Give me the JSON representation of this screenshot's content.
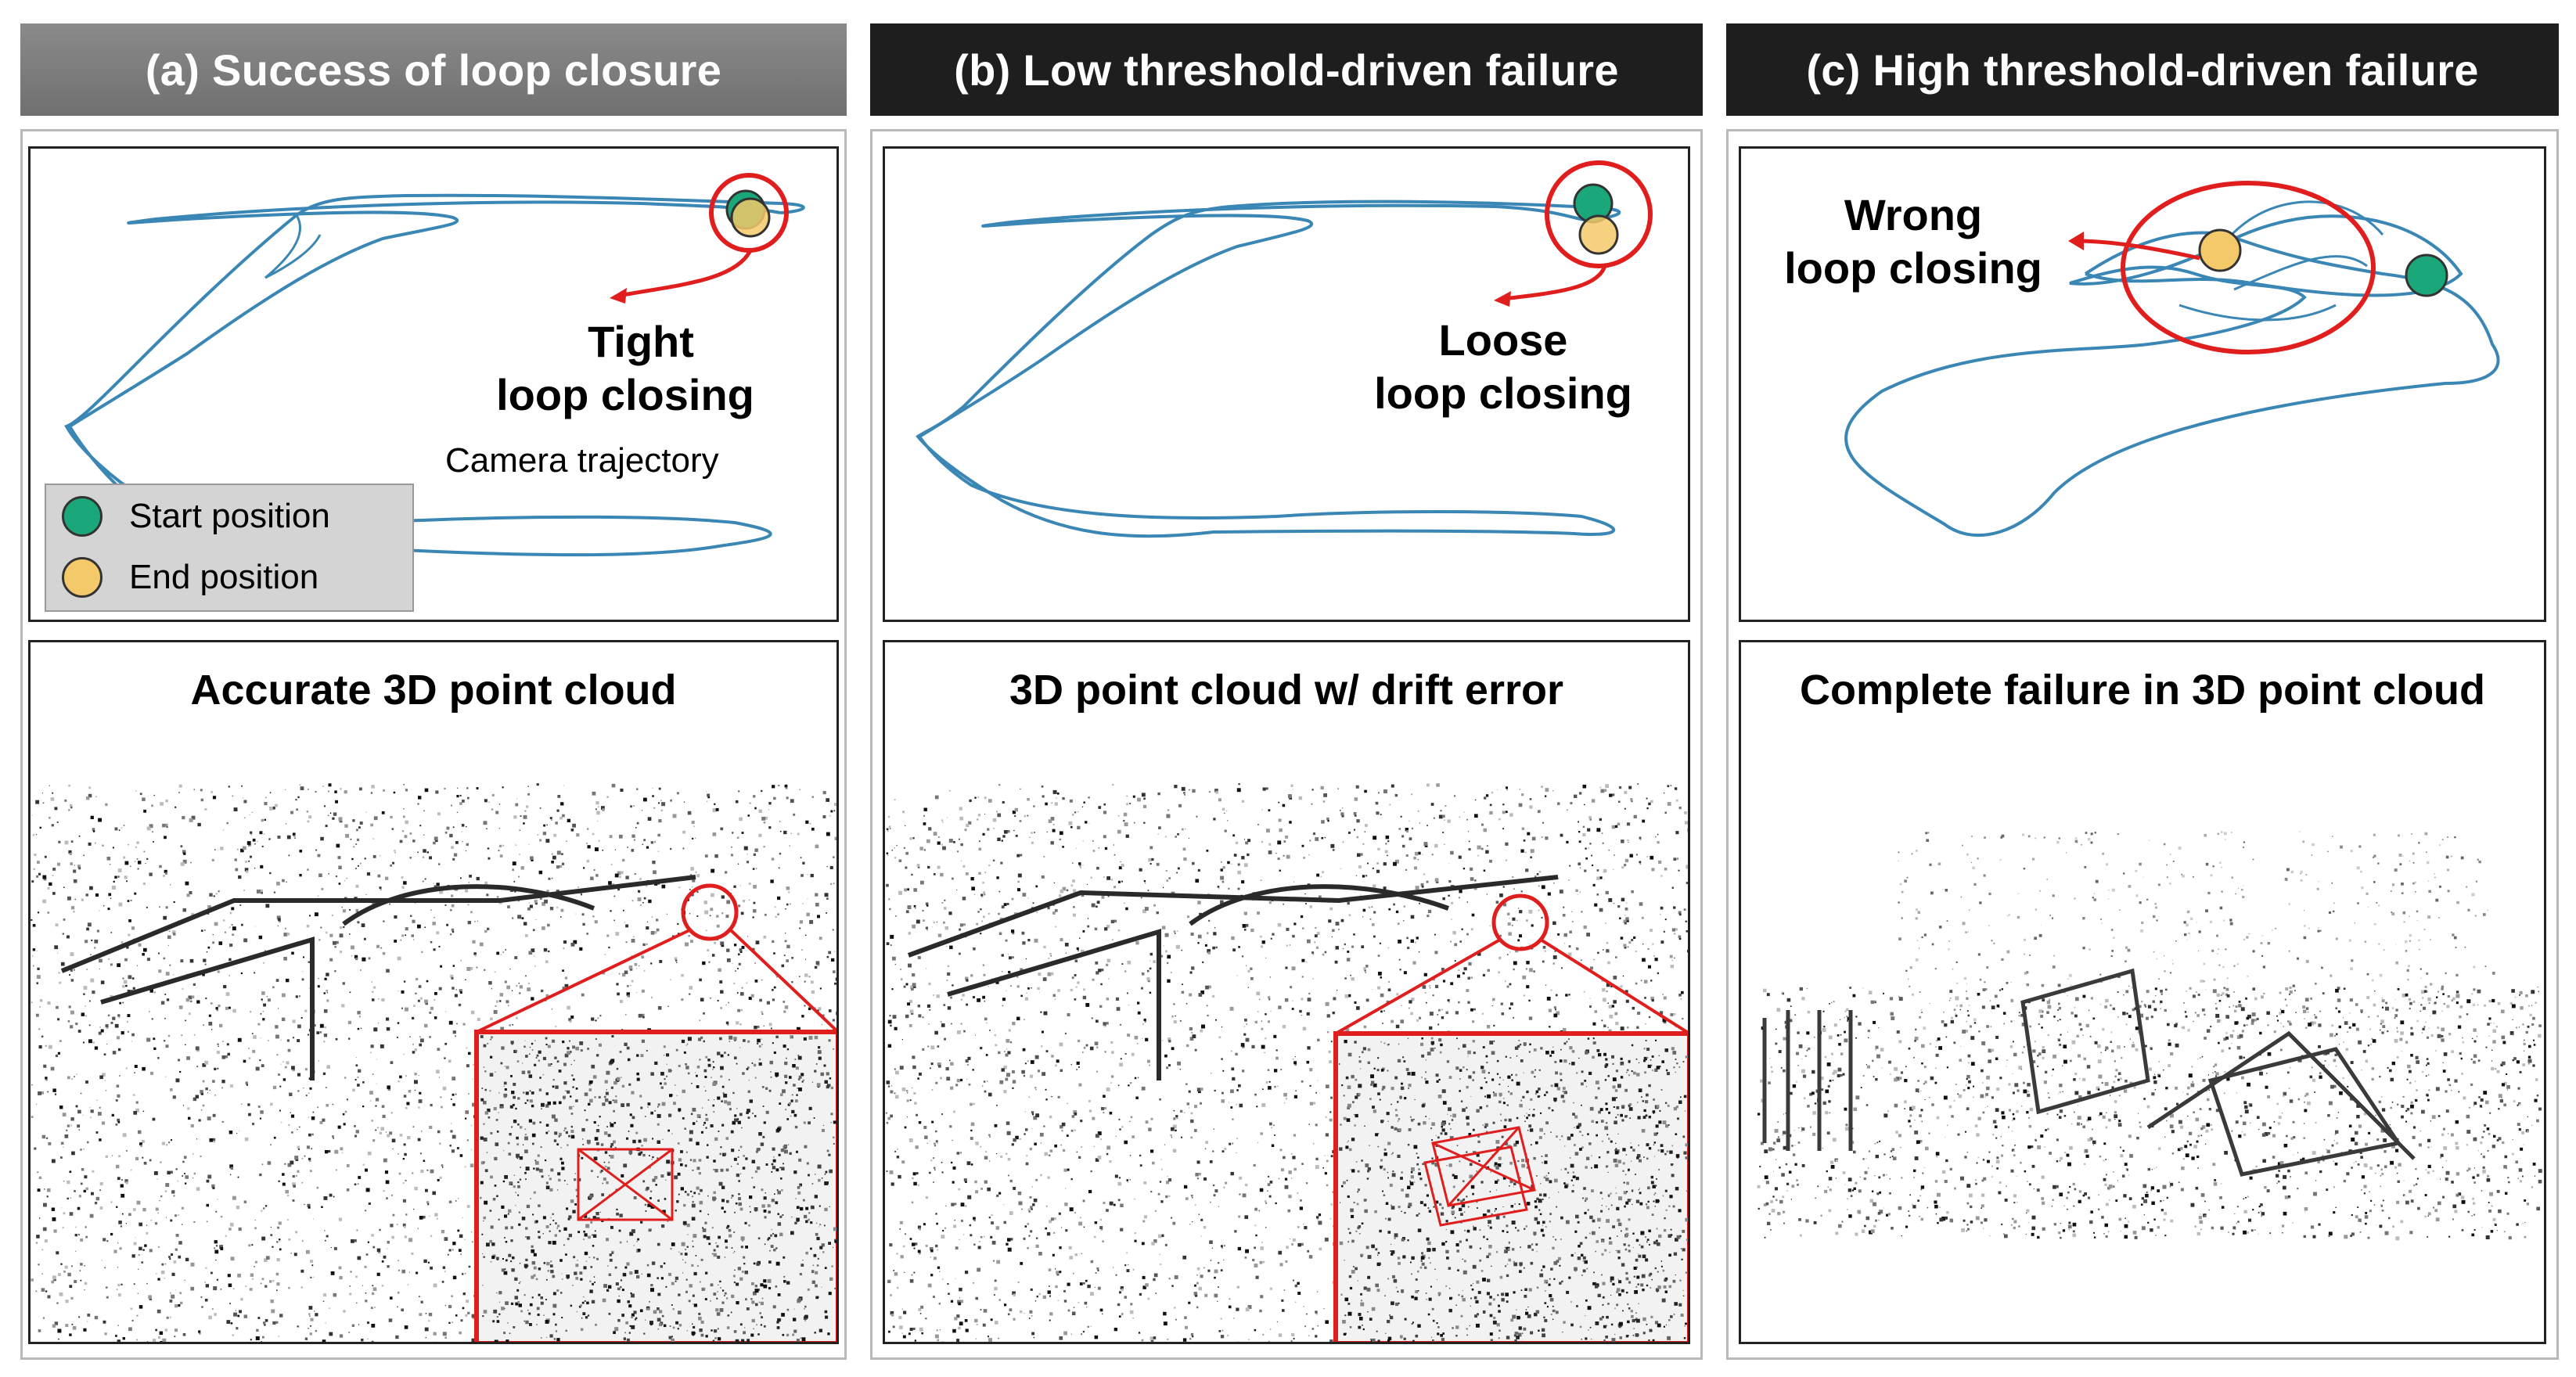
{
  "panels": {
    "a": {
      "header": "(a) Success of loop closure",
      "loop_label_1": "Tight",
      "loop_label_2": "loop closing",
      "camera_label": "Camera trajectory",
      "legend_start": "Start position",
      "legend_end": "End position",
      "cloud_title": "Accurate 3D point cloud"
    },
    "b": {
      "header": "(b) Low threshold-driven failure",
      "loop_label_1": "Loose",
      "loop_label_2": "loop closing",
      "cloud_title": "3D point cloud w/ drift error"
    },
    "c": {
      "header": "(c) High threshold-driven failure",
      "loop_label_1": "Wrong",
      "loop_label_2": "loop closing",
      "cloud_title": "Complete failure in 3D point cloud"
    }
  },
  "colors": {
    "trajectory": "#3a86b4",
    "start_marker": "#1aa77a",
    "end_marker": "#f3c96a",
    "highlight": "#e01e1e",
    "header_grey": "#7a7a7a",
    "header_dark": "#1e1e1e"
  }
}
